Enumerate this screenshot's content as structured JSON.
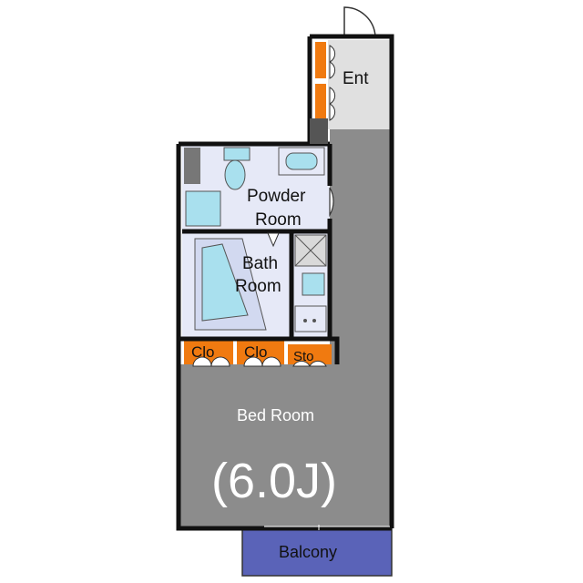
{
  "floorplan": {
    "rooms": {
      "entrance": "Ent",
      "powder_room_line1": "Powder",
      "powder_room_line2": "Room",
      "bath_room_line1": "Bath",
      "bath_room_line2": "Room",
      "closet_1": "Clo",
      "closet_2": "Clo",
      "storage": "Sto",
      "bed_room": "Bed Room",
      "bed_room_size": "(6.0J)",
      "balcony": "Balcony"
    },
    "colors": {
      "wall": "#111111",
      "floor": "#8c8c8c",
      "wet_area": "#e6e9f7",
      "entrance_floor": "#e0e0e0",
      "closet": "#f07a10",
      "balcony": "#5a63b8",
      "fixture": "#a9e0ee"
    }
  }
}
